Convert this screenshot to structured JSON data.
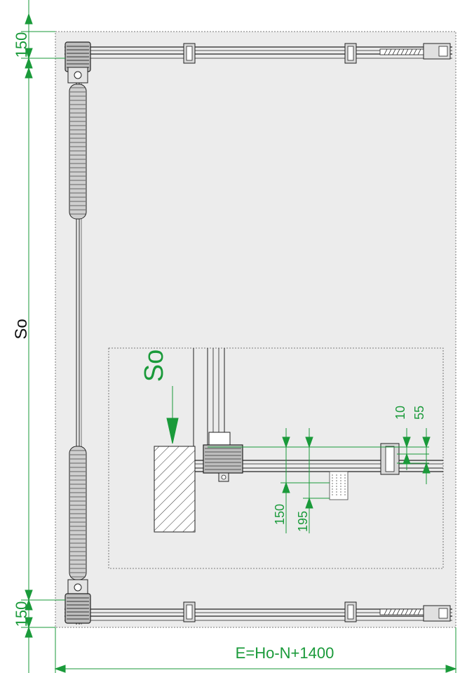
{
  "dimensions": {
    "top_offset": "150",
    "bottom_offset": "150",
    "left_height": "So",
    "width_formula": "E=Ho-N+1400"
  },
  "detail": {
    "so_label": "So",
    "dim_10": "10",
    "dim_55": "55",
    "dim_150": "150",
    "dim_195": "195"
  },
  "colors": {
    "dimension_green": "#1a9a3a",
    "panel_gray": "#ececec",
    "line_dark": "#222222"
  }
}
